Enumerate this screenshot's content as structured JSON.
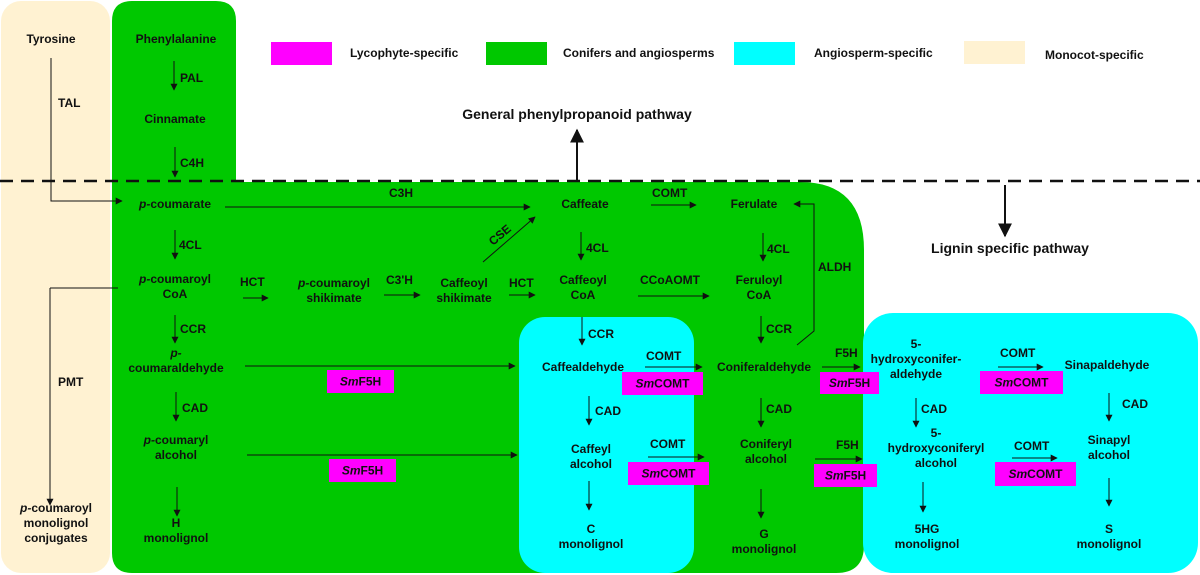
{
  "colors": {
    "lycophyte": "#ff00ff",
    "conifers_angiosperms": "#00c800",
    "angiosperm": "#00ffff",
    "monocot": "#fff2d2"
  },
  "legend": [
    {
      "label": "Lycophyte-specific",
      "color_key": "lycophyte"
    },
    {
      "label": "Conifers and angiosperms",
      "color_key": "conifers_angiosperms"
    },
    {
      "label": "Angiosperm-specific",
      "color_key": "angiosperm"
    },
    {
      "label": "Monocot-specific",
      "color_key": "monocot"
    }
  ],
  "headings": {
    "general": "General phenylpropanoid pathway",
    "lignin": "Lignin specific pathway"
  },
  "compounds": {
    "tyrosine": [
      "Tyrosine"
    ],
    "phenylalanine": [
      "Phenylalanine"
    ],
    "cinnamate": [
      "Cinnamate"
    ],
    "p_coumarate": [
      "p-coumarate"
    ],
    "p_coumaroyl_coa": [
      "p-coumaroyl",
      "CoA"
    ],
    "p_coumaroyl_shikimate": [
      "p-coumaroyl",
      "shikimate"
    ],
    "caffeoyl_shikimate": [
      "Caffeoyl",
      "shikimate"
    ],
    "caffeate": [
      "Caffeate"
    ],
    "caffeoyl_coa": [
      "Caffeoyl",
      "CoA"
    ],
    "ferulate": [
      "Ferulate"
    ],
    "feruloyl_coa": [
      "Feruloyl",
      "CoA"
    ],
    "p_coumaraldehyde": [
      "p-",
      "coumaraldehyde"
    ],
    "caffealdehyde": [
      "Caffealdehyde"
    ],
    "coniferaldehyde": [
      "Coniferaldehyde"
    ],
    "hydroxyconiferaldehyde": [
      "5-",
      "hydroxyconifer-",
      "aldehyde"
    ],
    "sinapaldehyde": [
      "Sinapaldehyde"
    ],
    "p_coumaryl_alcohol": [
      "p-coumaryl",
      "alcohol"
    ],
    "caffeyl_alcohol": [
      "Caffeyl",
      "alcohol"
    ],
    "coniferyl_alcohol": [
      "Coniferyl",
      "alcohol"
    ],
    "hydroxyconiferyl_alcohol": [
      "5-",
      "hydroxyconiferyl",
      "alcohol"
    ],
    "sinapyl_alcohol": [
      "Sinapyl",
      "alcohol"
    ],
    "p_coumaroyl_conjugates": [
      "p-coumaroyl",
      "monolignol",
      "conjugates"
    ],
    "h_monolignol": [
      "H",
      "monolignol"
    ],
    "c_monolignol": [
      "C",
      "monolignol"
    ],
    "g_monolignol": [
      "G",
      "monolignol"
    ],
    "hg5_monolignol": [
      "5HG",
      "monolignol"
    ],
    "s_monolignol": [
      "S",
      "monolignol"
    ]
  },
  "enzymes": {
    "tal": "TAL",
    "pal": "PAL",
    "c4h": "C4H",
    "c3h": "C3H",
    "cl4_1": "4CL",
    "cl4_2": "4CL",
    "cl4_3": "4CL",
    "hct_1": "HCT",
    "hct_2": "HCT",
    "c3prime_h": "C3'H",
    "cse": "CSE",
    "comt_1": "COMT",
    "ccoaomt": "CCoAOMT",
    "aldh": "ALDH",
    "ccr_1": "CCR",
    "ccr_2": "CCR",
    "ccr_3": "CCR",
    "cad_1": "CAD",
    "cad_2": "CAD",
    "cad_3": "CAD",
    "cad_4": "CAD",
    "cad_5": "CAD",
    "comt_2": "COMT",
    "comt_3": "COMT",
    "comt_4": "COMT",
    "comt_5": "COMT",
    "f5h_1": "F5H",
    "f5h_2": "F5H",
    "pmt": "PMT"
  },
  "lycophyte_enzymes": {
    "sm_prefix": "Sm",
    "f5h_suffix": "F5H",
    "comt_suffix": "COMT"
  }
}
